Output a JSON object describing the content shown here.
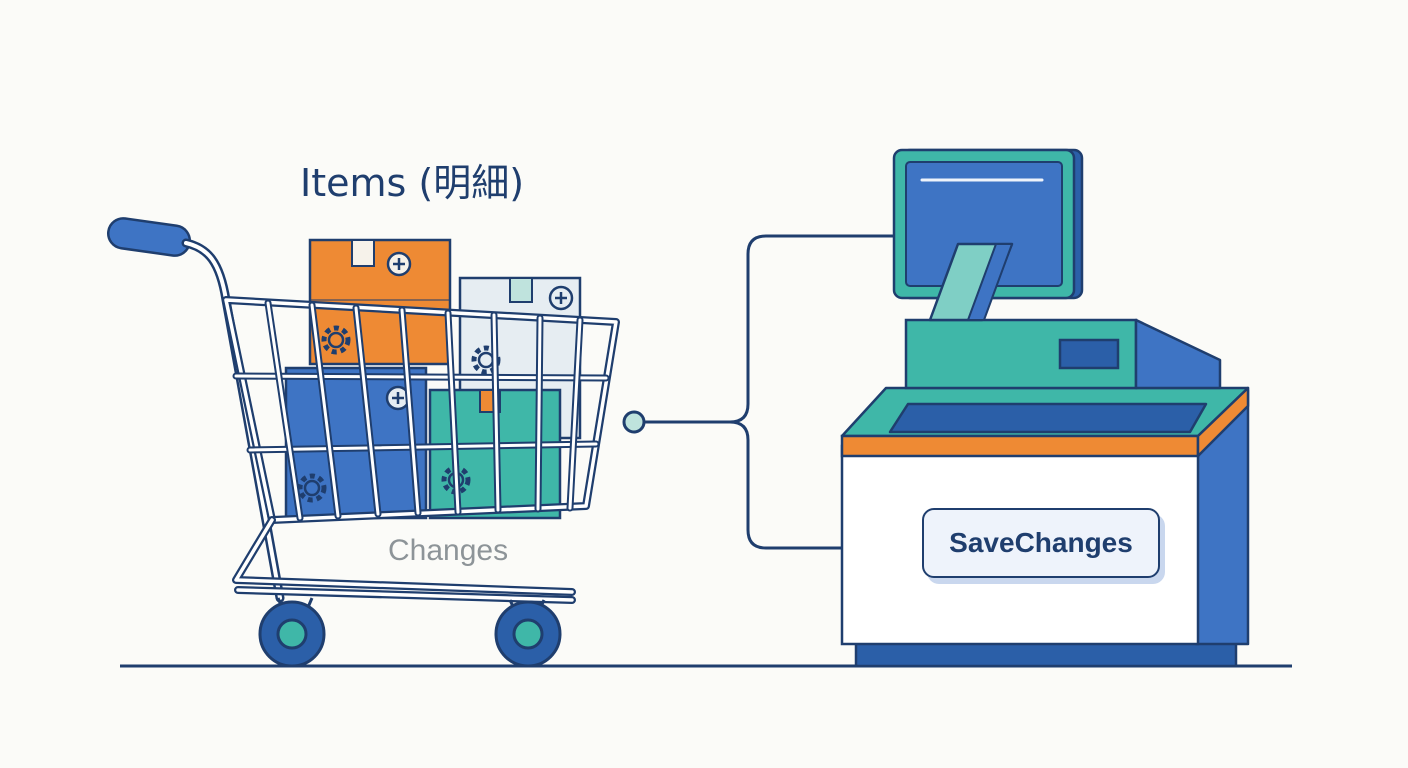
{
  "diagram": {
    "items_label": "Items (明細)",
    "changes_label": "Changes",
    "save_button_label": "SaveChanges"
  },
  "colors": {
    "navy_outline": "#1f3e6e",
    "blue": "#3e74c4",
    "orange": "#ee8a34",
    "teal": "#3fb7a8",
    "light_gray_box": "#e6edf2",
    "label_gray": "#8d9498",
    "background": "#fbfbf8"
  },
  "icons": [
    "shopping-cart-icon",
    "package-box-icon",
    "gear-icon",
    "plus-icon",
    "checkout-register-icon",
    "monitor-icon",
    "receipt-icon",
    "arrow-right-icon"
  ]
}
